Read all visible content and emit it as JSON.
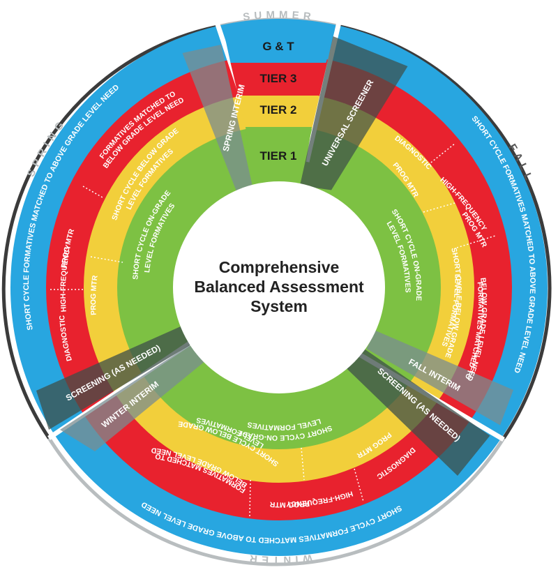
{
  "colors": {
    "blue": "#28a6e0",
    "red": "#e8222e",
    "yellow": "#f2cf3b",
    "green": "#7dc143",
    "gray_band": "#7a8c90",
    "dark_band": "#3d4f4a",
    "season_text": "#b8bdbf",
    "center_text": "#222222"
  },
  "seasons": {
    "summer": "SUMMER",
    "fall": "FALL",
    "winter": "WINTER",
    "spring": "SPRING"
  },
  "center": {
    "line1": "Comprehensive",
    "line2": "Balanced Assessment",
    "line3": "System"
  },
  "tiers": {
    "gt": "G & T",
    "tier3": "TIER 3",
    "tier2": "TIER 2",
    "tier1": "TIER 1"
  },
  "bands": {
    "spring_interim": "SPRING INTERIM",
    "universal_screener": "UNIVERSAL SCREENER",
    "fall_interim": "FALL INTERIM",
    "screening_fall": "SCREENING (AS NEEDED)",
    "winter_interim": "WINTER INTERIM",
    "screening_spring": "SCREENING (AS NEEDED)"
  },
  "rings": {
    "blue": "SHORT CYCLE FORMATIVES MATCHED TO ABOVE GRADE LEVEL NEED",
    "red_formatives_1": "FORMATIVES MATCHED TO",
    "red_formatives_2": "BELOW GRADE LEVEL NEED",
    "red_hf_1": "HIGH-FREQUENCY",
    "red_hf_2": "PROG MTR",
    "red_diagnostic": "DIAGNOSTIC",
    "yellow_below_1": "SHORT CYCLE BELOW GRADE",
    "yellow_below_2": "LEVEL FORMATIVES",
    "yellow_prog": "PROG MTR",
    "green_1": "SHORT CYCLE ON-GRADE",
    "green_2": "LEVEL FORMATIVES"
  }
}
